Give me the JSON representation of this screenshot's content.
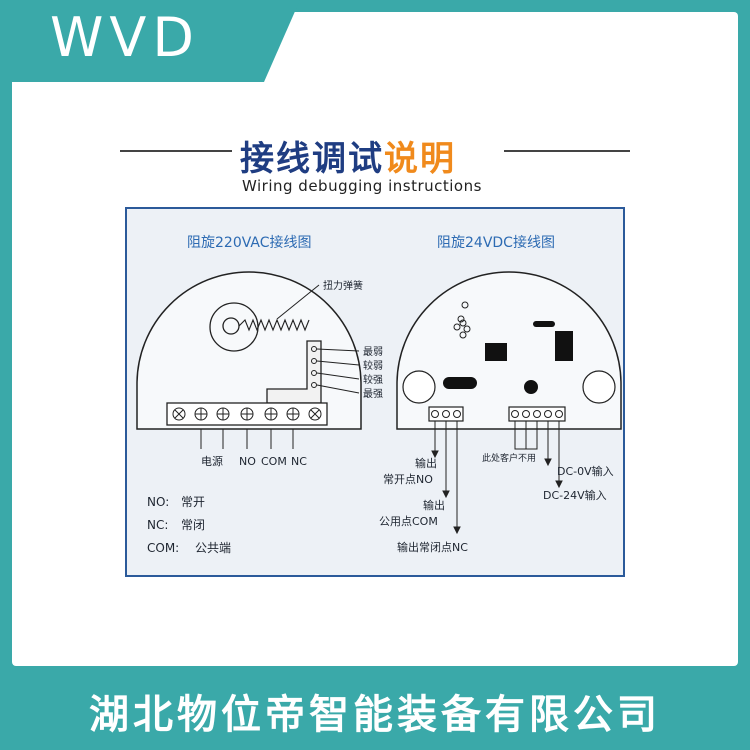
{
  "brand": "WVD",
  "footer": "湖北物位帝智能装备有限公司",
  "title": {
    "cn_part1": "接线调试",
    "cn_part2": "说明",
    "en": "Wiring debugging instructions"
  },
  "diagram_ac": {
    "title": "阻旋220VAC接线图",
    "spring_label": "扭力弹簧",
    "levels": [
      "最弱",
      "较弱",
      "较强",
      "最强"
    ],
    "terminals": [
      "电源",
      "NO",
      "COM",
      "NC"
    ]
  },
  "diagram_dc": {
    "title": "阻旋24VDC接线图",
    "out_no": [
      "输出",
      "常开点NO"
    ],
    "out_com": [
      "输出",
      "公用点COM"
    ],
    "out_nc": "输出常闭点NC",
    "unused": "此处客户不用",
    "dc0": "DC-0V输入",
    "dc24": "DC-24V输入"
  },
  "legend": [
    {
      "key": "NO:",
      "value": "常开"
    },
    {
      "key": "NC:",
      "value": "常闭"
    },
    {
      "key": "COM:",
      "value": "公共端"
    }
  ],
  "colors": {
    "frame": "#3aa9a9",
    "title_blue": "#1f3d82",
    "title_orange": "#f08a1c",
    "panel_border": "#2b5a9a",
    "diagram_text_blue": "#2d6bb3"
  }
}
